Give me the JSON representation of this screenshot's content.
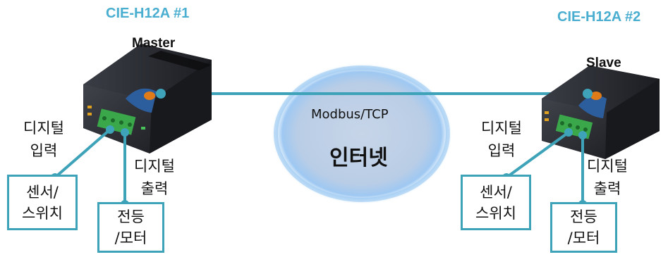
{
  "devices": [
    {
      "title": "CIE-H12A #1",
      "role": "Master",
      "digital_input": {
        "line1": "디지털",
        "line2": "입력"
      },
      "digital_output": {
        "line1": "디지털",
        "line2": "출력"
      },
      "sensor_box": {
        "line1": "센서/",
        "line2": "스위치"
      },
      "load_box": {
        "line1": "전등",
        "line2": "/모터"
      }
    },
    {
      "title": "CIE-H12A #2",
      "role": "Slave",
      "digital_input": {
        "line1": "디지털",
        "line2": "입력"
      },
      "digital_output": {
        "line1": "디지털",
        "line2": "출력"
      },
      "sensor_box": {
        "line1": "센서/",
        "line2": "스위치"
      },
      "load_box": {
        "line1": "전등",
        "line2": "/모터"
      }
    }
  ],
  "network": {
    "protocol": "Modbus/TCP",
    "name": "인터넷"
  },
  "colors": {
    "accent": "#3ea3b8",
    "title": "#4aaed0",
    "cloud": "#b9d7f2"
  }
}
